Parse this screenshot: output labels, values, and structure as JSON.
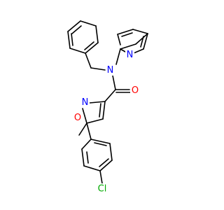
{
  "molecule": {
    "atoms": [
      {
        "id": "n_amide",
        "label": "N",
        "color": "#0000ff"
      },
      {
        "id": "o_carbonyl",
        "label": "O",
        "color": "#ff0000"
      },
      {
        "id": "n_isox",
        "label": "N",
        "color": "#0000ff"
      },
      {
        "id": "o_isox",
        "label": "O",
        "color": "#ff0000"
      },
      {
        "id": "n_pyridine",
        "label": "N",
        "color": "#0000ff"
      },
      {
        "id": "cl",
        "label": "Cl",
        "color": "#00aa00"
      }
    ]
  }
}
